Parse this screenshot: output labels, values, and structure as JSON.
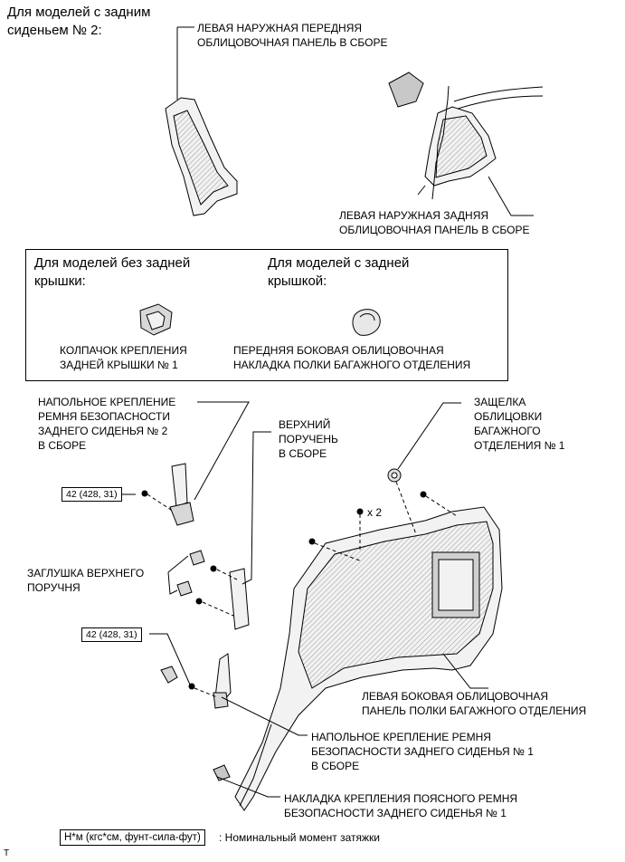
{
  "section_top": {
    "condition": "Для моделей с задним сиденьем № 2:",
    "condition_lines": [
      "Для моделей с задним",
      "сиденьем № 2:"
    ],
    "front_panel_label": [
      "ЛЕВАЯ НАРУЖНАЯ ПЕРЕДНЯЯ",
      "ОБЛИЦОВОЧНАЯ ПАНЕЛЬ В СБОРЕ"
    ],
    "rear_panel_label": [
      "ЛЕВАЯ НАРУЖНАЯ ЗАДНЯЯ",
      "ОБЛИЦОВОЧНАЯ ПАНЕЛЬ В СБОРЕ"
    ]
  },
  "variant_box": {
    "left_condition": [
      "Для моделей без задней",
      "крышки:"
    ],
    "right_condition": [
      "Для моделей с задней",
      "крышкой:"
    ],
    "left_part": [
      "КОЛПАЧОК КРЕПЛЕНИЯ",
      "ЗАДНЕЙ КРЫШКИ № 1"
    ],
    "right_part": [
      "ПЕРЕДНЯЯ БОКОВАЯ ОБЛИЦОВОЧНАЯ",
      "НАКЛАДКА ПОЛКИ БАГАЖНОГО ОТДЕЛЕНИЯ"
    ]
  },
  "labels": {
    "floor_anchor_2": [
      "НАПОЛЬНОЕ КРЕПЛЕНИЕ",
      "РЕМНЯ БЕЗОПАСНОСТИ",
      "ЗАДНЕГО СИДЕНЬЯ № 2",
      "В СБОРЕ"
    ],
    "upper_handle": [
      "ВЕРХНИЙ",
      "ПОРУЧЕНЬ",
      "В СБОРЕ"
    ],
    "latch": [
      "ЗАЩЕЛКА",
      "ОБЛИЦОВКИ",
      "БАГАЖНОГО",
      "ОТДЕЛЕНИЯ № 1"
    ],
    "handle_plug": [
      "ЗАГЛУШКА ВЕРХНЕГО",
      "ПОРУЧНЯ"
    ],
    "side_panel": [
      "ЛЕВАЯ БОКОВАЯ ОБЛИЦОВОЧНАЯ",
      "ПАНЕЛЬ ПОЛКИ БАГАЖНОГО ОТДЕЛЕНИЯ"
    ],
    "floor_anchor_1": [
      "НАПОЛЬНОЕ КРЕПЛЕНИЕ РЕМНЯ",
      "БЕЗОПАСНОСТИ ЗАДНЕГО СИДЕНЬЯ № 1",
      "В СБОРЕ"
    ],
    "lap_belt_cover": [
      "НАКЛАДКА КРЕПЛЕНИЯ ПОЯСНОГО РЕМНЯ",
      "БЕЗОПАСНОСТИ ЗАДНЕГО СИДЕНЬЯ № 1"
    ],
    "clip_count": "x 2"
  },
  "torque": {
    "value_1": "42 (428, 31)",
    "value_2": "42 (428, 31)"
  },
  "legend": {
    "unit": "Н*м (кгс*см, фунт-сила-фут)",
    "meaning": ": Номинальный момент затяжки"
  },
  "footer_mark": "T",
  "colors": {
    "line": "#000000",
    "part_fill": "#f2f2f2",
    "part_shade": "#c8c8c8"
  }
}
